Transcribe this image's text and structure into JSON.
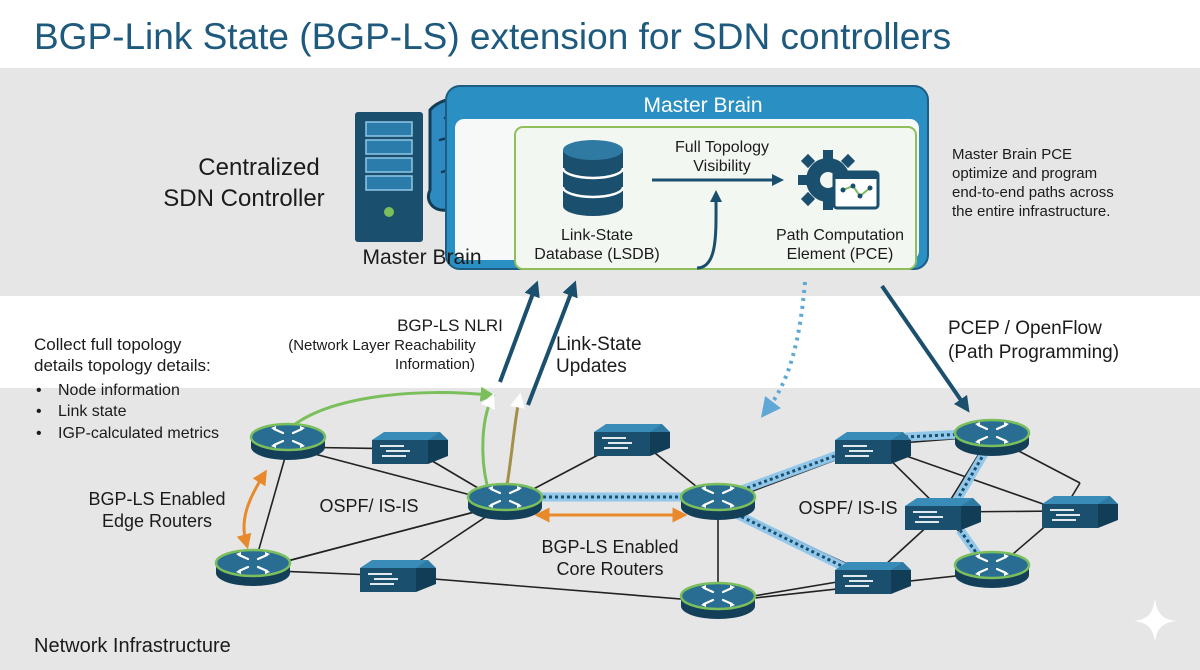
{
  "title": "BGP-Link State (BGP-LS) extension for SDN controllers",
  "controller": {
    "label_lines": [
      "Centralized",
      "SDN Controller"
    ],
    "server_label": "Master Brain",
    "box_title": "Master Brain",
    "lsdb_lines": [
      "Link-State",
      "Database (LSDB)"
    ],
    "visibility_lines": [
      "Full Topology",
      "Visibility"
    ],
    "pce_lines": [
      "Path Computation",
      "Element (PCE)"
    ],
    "note_lines": [
      "Master Brain PCE",
      "optimize and program",
      "end-to-end paths across",
      "the entire infrastructure."
    ]
  },
  "nlri_lines": [
    "BGP-LS NLRI",
    "(Network Layer Reachability",
    "Information)"
  ],
  "updates_lines": [
    "Link-State",
    "Updates"
  ],
  "pcep_lines": [
    "PCEP / OpenFlow",
    "(Path Programming)"
  ],
  "collect": {
    "lines": [
      "Collect full topology",
      "details topology details:"
    ],
    "bullets": [
      "Node information",
      "Link state",
      "IGP-calculated metrics"
    ]
  },
  "edge_lines": [
    "BGP-LS Enabled",
    "Edge Routers"
  ],
  "core_lines": [
    "BGP-LS Enabled",
    "Core Routers"
  ],
  "ospf_left": "OSPF/ IS-IS",
  "ospf_right": "OSPF/ IS-IS",
  "infra_label": "Network Infrastructure",
  "colors": {
    "title": "#1e5a7e",
    "box": "#2a8fc2",
    "box_header": "#3b9fd0",
    "inner_border": "#8fbf5a",
    "device": "#1a4f6e",
    "path": "#5fa8d6",
    "green": "#7bbf5c",
    "orange": "#e8892c",
    "olive": "#a29048"
  }
}
